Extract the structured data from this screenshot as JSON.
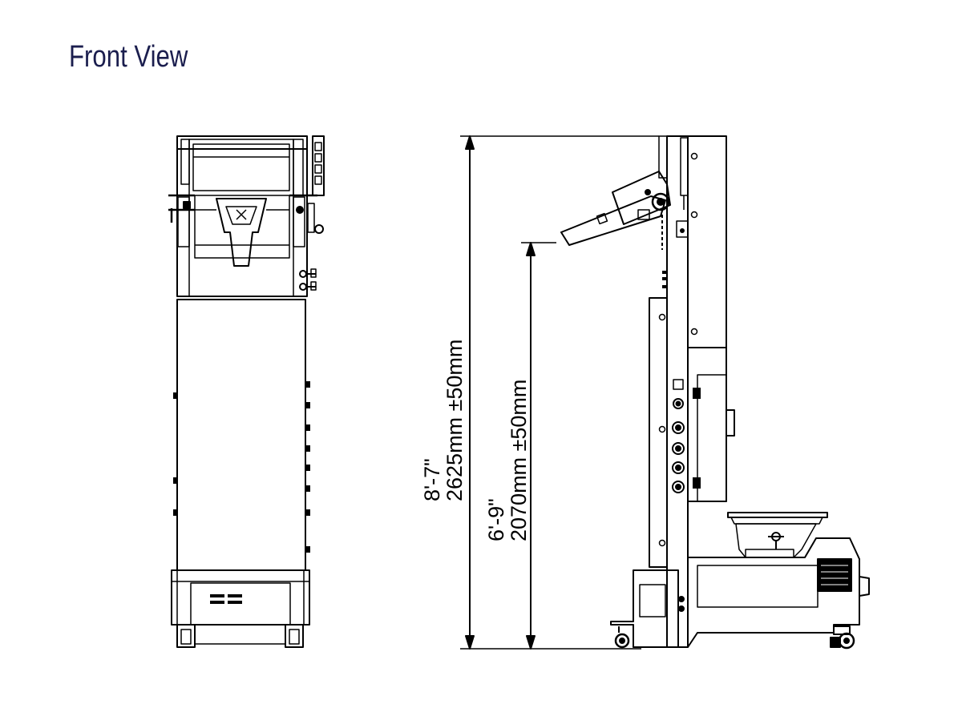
{
  "title": "Front View",
  "dimensions": {
    "overall": {
      "imperial": "8'-7\"",
      "metric": "2625mm ±50mm"
    },
    "discharge": {
      "imperial": "6'-9\"",
      "metric": "2070mm ±50mm"
    }
  },
  "colors": {
    "title": "#1b1e4e",
    "line": "#000000",
    "background": "#ffffff"
  }
}
